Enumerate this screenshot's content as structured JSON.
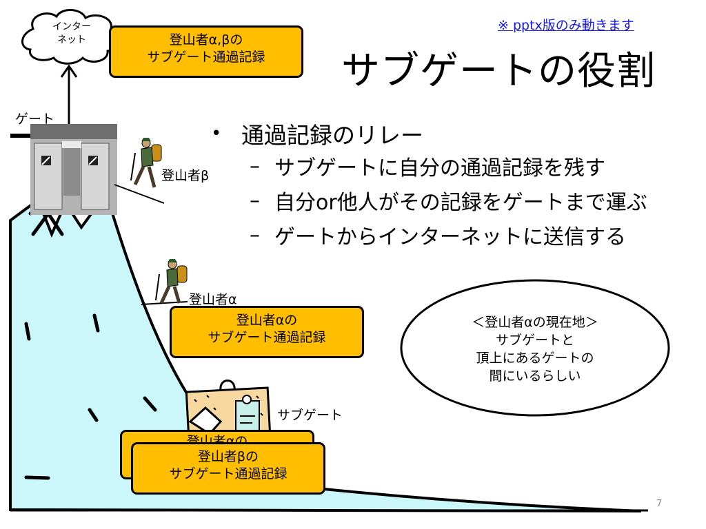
{
  "title": "サブゲートの役割",
  "pptx_note": "※ pptx版のみ動きます",
  "bullets": {
    "main": "通過記録のリレー",
    "subs": [
      "サブゲートに自分の通過記録を残す",
      "自分or他人がその記録をゲートまで運ぶ",
      "ゲートからインターネットに送信する"
    ]
  },
  "cloud": {
    "line1": "インター",
    "line2": "ネット"
  },
  "gate_label": "ゲート",
  "climber_beta_label": "登山者β",
  "climber_alpha_label": "登山者α",
  "subgate_label": "サブゲート",
  "records": {
    "top": {
      "line1": "登山者α,βの",
      "line2": "サブゲート通過記録"
    },
    "alpha": {
      "line1": "登山者αの",
      "line2": "サブゲート通過記録"
    },
    "back": {
      "line1": "登山者αの"
    },
    "beta": {
      "line1": "登山者βの",
      "line2": "サブゲート通過記録"
    }
  },
  "bubble": {
    "line1": "＜登山者αの現在地＞",
    "line2": "サブゲートと",
    "line3": "頂上にあるゲートの",
    "line4": "間にいるらしい"
  },
  "page_number": "7",
  "colors": {
    "mountain": "#ccf7fa",
    "record_fill": "#ffbf00",
    "note_link": "#1a1aee",
    "climber_pack": "#c89018",
    "subgate_board": "#f6d8a0"
  }
}
